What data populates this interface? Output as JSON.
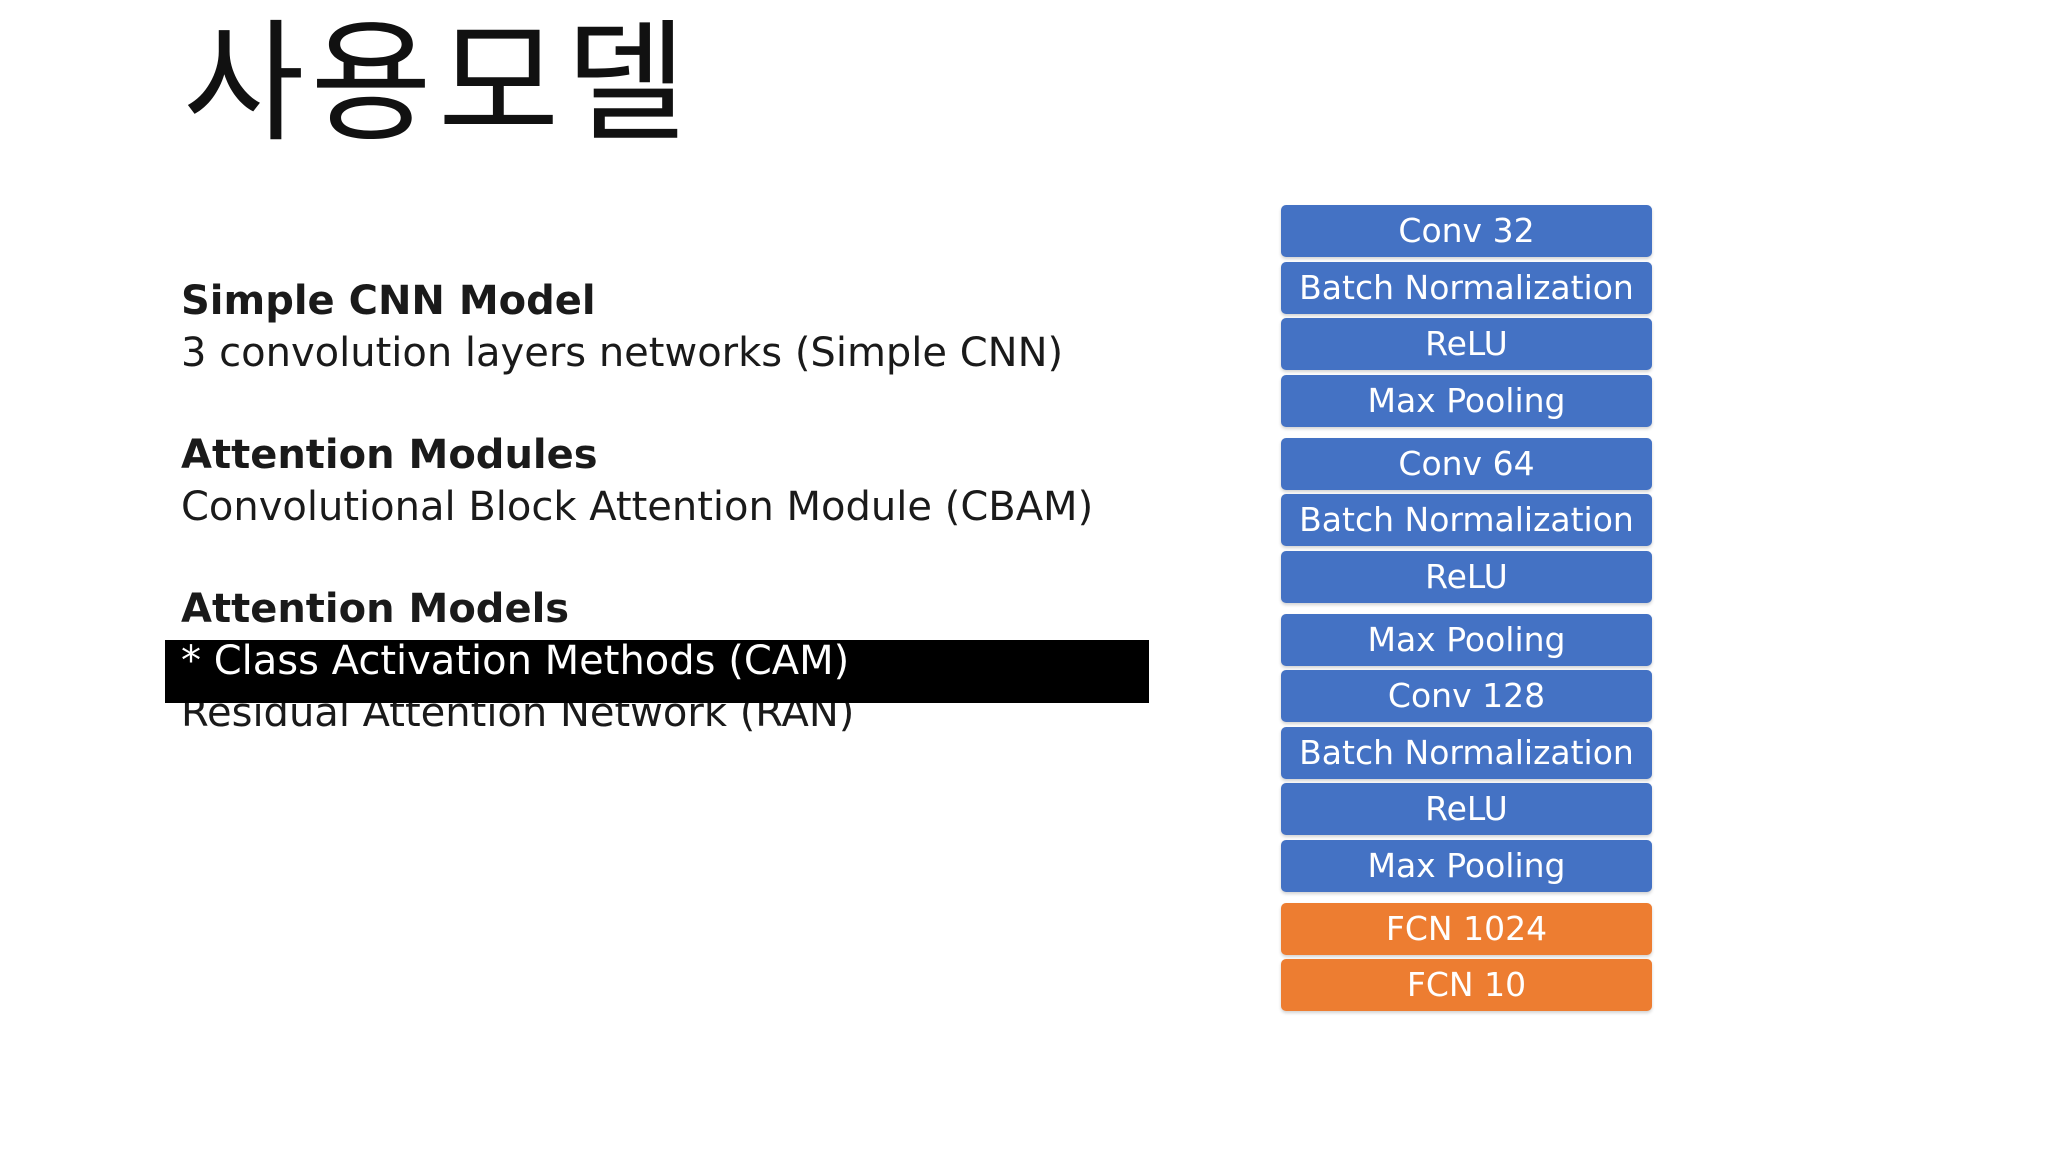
{
  "slide": {
    "title": "사용모델"
  },
  "sections": [
    {
      "heading": "Simple CNN Model",
      "lines": [
        "3 convolution layers networks (Simple CNN)"
      ]
    },
    {
      "heading": "Attention Modules",
      "lines": [
        "Convolutional Block Attention Module (CBAM)"
      ]
    },
    {
      "heading": "Attention Models",
      "highlighted_line": "* Class Activation Methods (CAM)",
      "covered_line": "Residual Attention Network (RAN)"
    }
  ],
  "architecture": {
    "colors": {
      "conv_block": "#4472c4",
      "fcn_block": "#ed7d31",
      "highlight_bar": "#000000"
    },
    "groups": [
      {
        "blocks": [
          "Conv 32",
          "Batch Normalization",
          "ReLU",
          "Max Pooling"
        ]
      },
      {
        "blocks": [
          "Conv 64",
          "Batch Normalization",
          "ReLU"
        ]
      },
      {
        "blocks": [
          "Max Pooling",
          "Conv 128",
          "Batch Normalization",
          "ReLU",
          "Max Pooling"
        ]
      },
      {
        "blocks": [
          "FCN 1024",
          "FCN 10"
        ]
      }
    ]
  }
}
